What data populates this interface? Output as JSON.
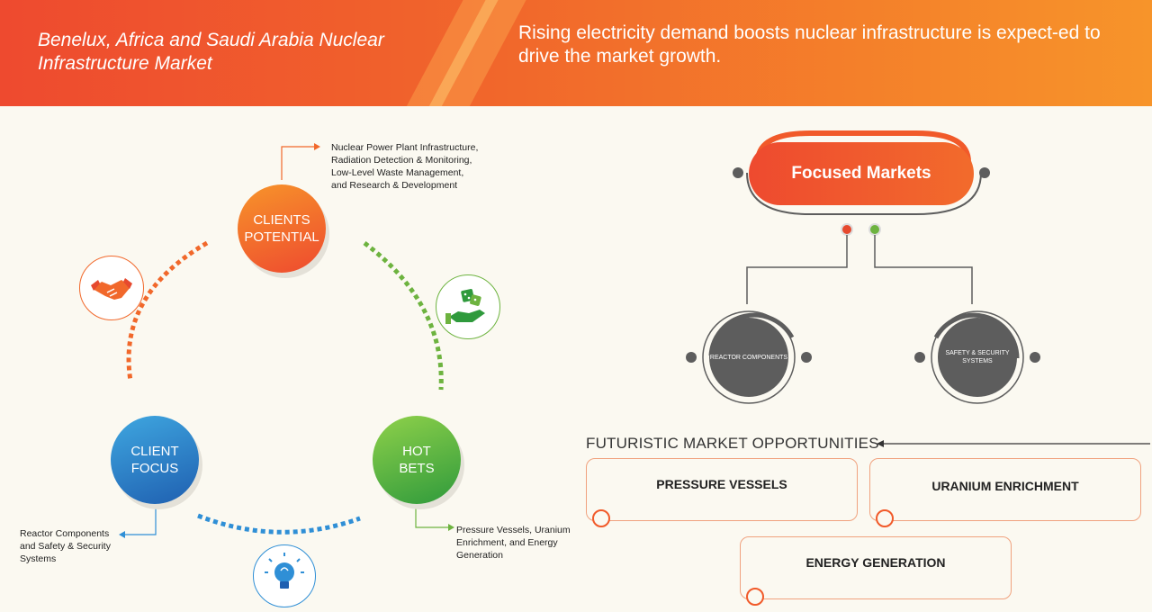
{
  "header": {
    "title": "Benelux, Africa and Saudi Arabia Nuclear Infrastructure Market",
    "subtitle": "Rising electricity demand boosts nuclear infrastructure is expect-ed to drive the market growth."
  },
  "cycle": {
    "clients_potential": {
      "line1": "CLIENTS",
      "line2": "POTENTIAL",
      "color_from": "#f7942a",
      "color_to": "#ee4a2f"
    },
    "client_focus": {
      "line1": "CLIENT",
      "line2": "FOCUS",
      "color_from": "#3fa7e0",
      "color_to": "#1f5fb0"
    },
    "hot_bets": {
      "line1": "HOT",
      "line2": "BETS",
      "color_from": "#8fd14a",
      "color_to": "#2f9a3c"
    },
    "clients_potential_note": [
      "Nuclear Power Plant Infrastructure,",
      "Radiation Detection & Monitoring,",
      "Low-Level Waste Management,",
      "and Research & Development"
    ],
    "client_focus_note": [
      "Reactor Components",
      "and Safety & Security",
      "Systems"
    ],
    "hot_bets_note": [
      "Pressure Vessels, Uranium",
      "Enrichment, and Energy",
      "Generation"
    ],
    "icons": {
      "handshake": "handshake-icon",
      "dice_hand": "dice-hand-icon",
      "lightbulb": "lightbulb-icon"
    }
  },
  "focused": {
    "title": "Focused Markets",
    "left": "REACTOR COMPONENTS",
    "right": "SAFETY & SECURITY SYSTEMS"
  },
  "futuristic": {
    "title": "FUTURISTIC MARKET OPPORTUNITIES",
    "items": [
      "PRESSURE VESSELS",
      "URANIUM ENRICHMENT",
      "ENERGY GENERATION"
    ]
  },
  "colors": {
    "orange": "#f15a2a",
    "green": "#6db33f",
    "blue": "#2f8fd6",
    "dark": "#5d5d5d"
  }
}
